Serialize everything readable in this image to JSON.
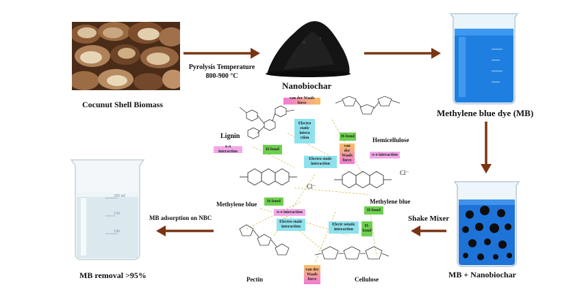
{
  "nodes": {
    "coconut": "Cocunut Shell Biomass",
    "nanobiochar": "Nanobiochar",
    "mb_dye": "Methylene blue dye (MB)",
    "mb_nano": "MB + Nanobiochar",
    "mb_removal": "MB removal >95%"
  },
  "arrows": {
    "pyrolysis_line1": "Pyrolysis  Temperature",
    "pyrolysis_line2": "800-900 °C",
    "shake": "Shake Mixer",
    "adsorption": "MB adsorption on NBC"
  },
  "center": {
    "lignin": "Lignin",
    "hemicellulose": "Hemicellulose",
    "methylene_blue_left": "Methylene blue",
    "methylene_blue_right": "Methylene blue",
    "pectin": "Pectin",
    "cellulose": "Cellulose",
    "cl_left": "Cl⁻",
    "cl_right": "Cl⁻",
    "tags": {
      "vdw_top": "van der Waals force",
      "electrostatic_top": "Electro static intera ction",
      "pi_left": "π-π interaction",
      "hbond_left": "H-bond",
      "electrostatic_mid": "Electro static interaction",
      "hbond_right_top": "H-bond",
      "vdw_right": "van der Waals force",
      "pi_right": "π-π interaction",
      "hbond_mid": "H-bond",
      "pi_mid": "π-π interaction",
      "electrostatic_low": "Electro static interaction",
      "hbond_right_low": "H-bond",
      "electrostatic_right_low": "Electr ostatic interaction",
      "hbond_bottom": "H-bond",
      "vdw_bottom": "van der Waals force"
    }
  },
  "beaker_scale": {
    "mark_200": "200 ml",
    "mark_150": "150",
    "mark_100": "100"
  },
  "colors": {
    "arrow": "#7a3412",
    "dye_blue": "#1f7fe0",
    "char": "#141414"
  }
}
